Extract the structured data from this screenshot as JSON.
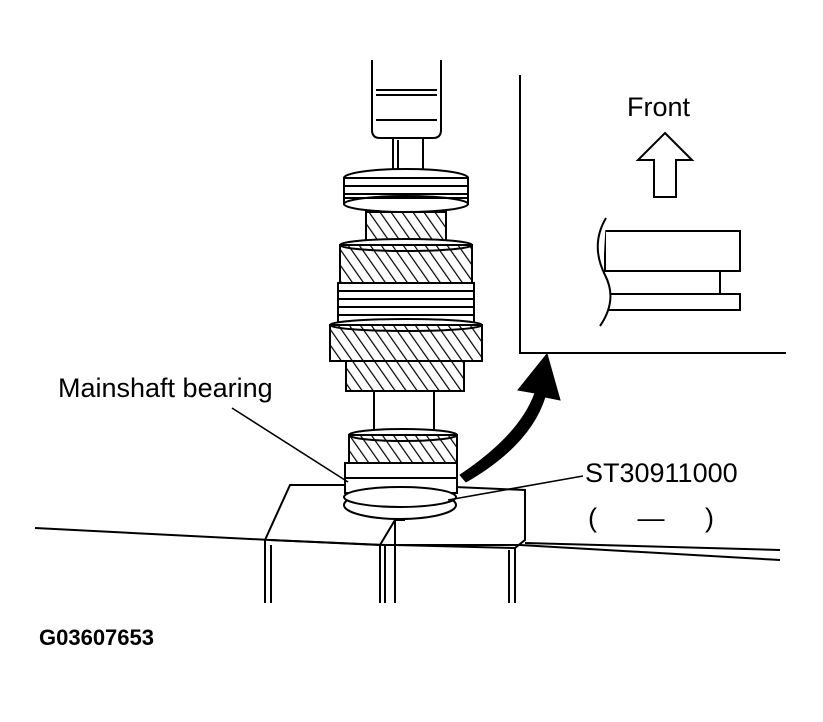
{
  "labels": {
    "front": "Front",
    "mainshaft_bearing": "Mainshaft bearing",
    "tool_number": "ST30911000",
    "tool_sub": "(　 —　 )",
    "figure_code": "G03607653"
  },
  "colors": {
    "line": "#000000",
    "background": "#ffffff"
  },
  "icons": {
    "front-arrow": "hollow-up-arrow",
    "curved-arrow": "curved-black-arrow"
  }
}
